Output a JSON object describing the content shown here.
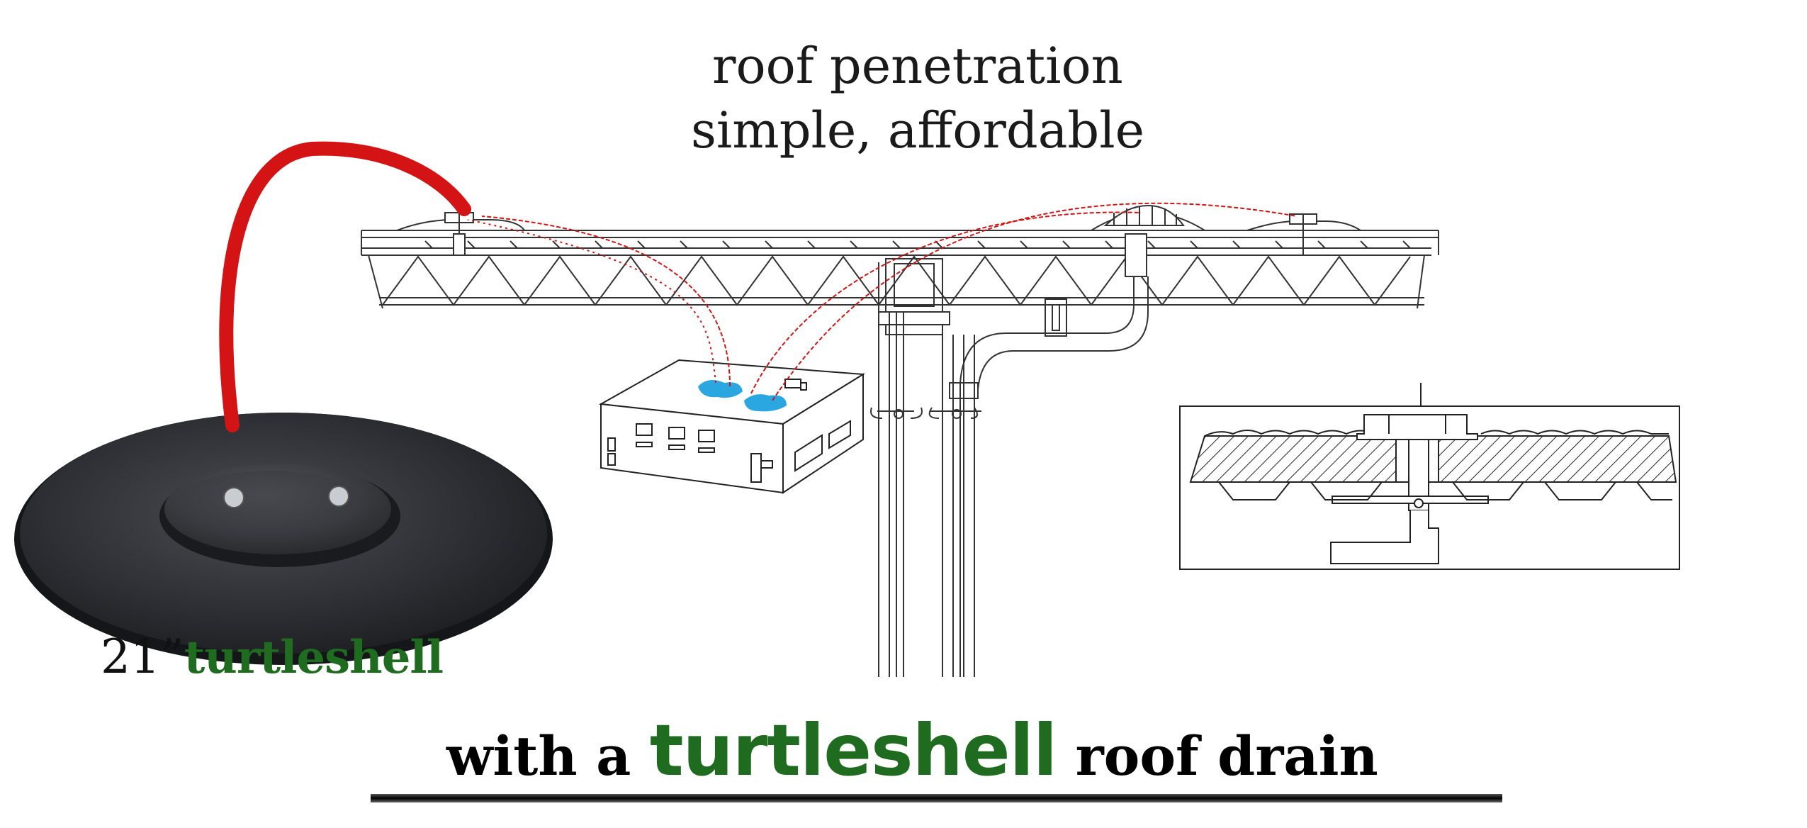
{
  "headline": {
    "line1": "roof penetration",
    "line2": "simple, affordable"
  },
  "product_caption": {
    "size": "21”",
    "brand": "turtleshell"
  },
  "tagline": {
    "prefix": "with a",
    "brand": "turtleshell",
    "suffix": "roof drain"
  },
  "colors": {
    "brand_green": "#1f6b1f",
    "callout_red": "#d41414",
    "water_blue": "#2aa6e0",
    "product_dark": "#2b2d31"
  }
}
